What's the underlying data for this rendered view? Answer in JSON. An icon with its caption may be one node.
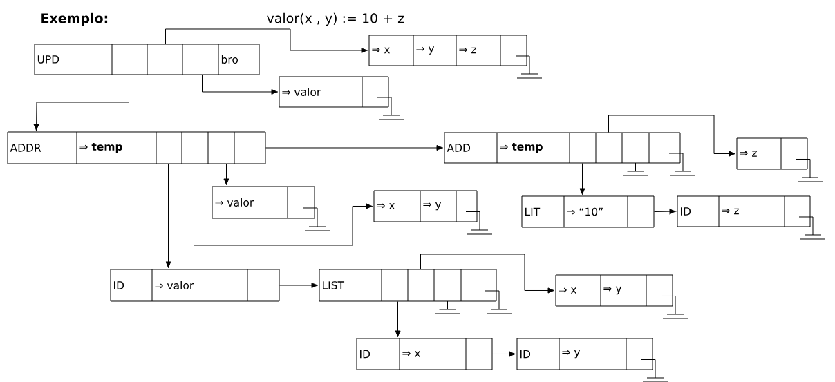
{
  "diagram": {
    "title": "Exemplo:",
    "nodes": [
      {
        "text": [
          "UPD",
          "bro"
        ]
      },
      {
        "text": [
          "⇒ x",
          "⇒ y",
          "⇒ z"
        ]
      },
      {
        "text": [
          "⇒ valor"
        ]
      },
      {
        "text": [
          "ADDR",
          "⇒ **temp**"
        ]
      },
      {
        "text": [
          "ADD",
          "⇒ **temp**"
        ]
      },
      {
        "text": [
          "⇒ z"
        ]
      },
      {
        "text": [
          "⇒ valor"
        ]
      },
      {
        "text": [
          "⇒ x",
          "⇒ y"
        ]
      },
      {
        "text": [
          "LIT",
          "⇒ “10”"
        ]
      },
      {
        "text": [
          "ID",
          "⇒ z"
        ]
      },
      {
        "text": [
          "ID",
          "⇒ valor"
        ]
      },
      {
        "text": [
          "LIST"
        ]
      },
      {
        "text": [
          "⇒ x",
          "⇒ y"
        ]
      },
      {
        "text": [
          "ID",
          "⇒ x"
        ]
      },
      {
        "text": [
          "ID",
          "⇒ y"
        ]
      }
    ],
    "edges": [
      {
        "from": 0,
        "to": 1,
        "arrow": "to"
      },
      {
        "from": 0,
        "to": 2,
        "arrow": "to"
      },
      {
        "from": 0,
        "to": 3,
        "arrow": "to"
      },
      {
        "from": 3,
        "to": 4,
        "arrow": "to"
      },
      {
        "from": 3,
        "to": 6,
        "arrow": "to"
      },
      {
        "from": 3,
        "to": 7,
        "arrow": "to"
      },
      {
        "from": 3,
        "to": 10,
        "arrow": "to"
      },
      {
        "from": 4,
        "to": 5,
        "arrow": "to"
      },
      {
        "from": 4,
        "to": 8,
        "arrow": "to"
      },
      {
        "from": 8,
        "to": 9,
        "arrow": "to"
      },
      {
        "from": 10,
        "to": 11,
        "arrow": "to"
      },
      {
        "from": 11,
        "to": 12,
        "arrow": "to"
      },
      {
        "from": 11,
        "to": 13,
        "arrow": "to"
      },
      {
        "from": 13,
        "to": 14,
        "arrow": "to"
      }
    ],
    "labels": [
      "valor(x , y) := 10 + z"
    ]
  }
}
